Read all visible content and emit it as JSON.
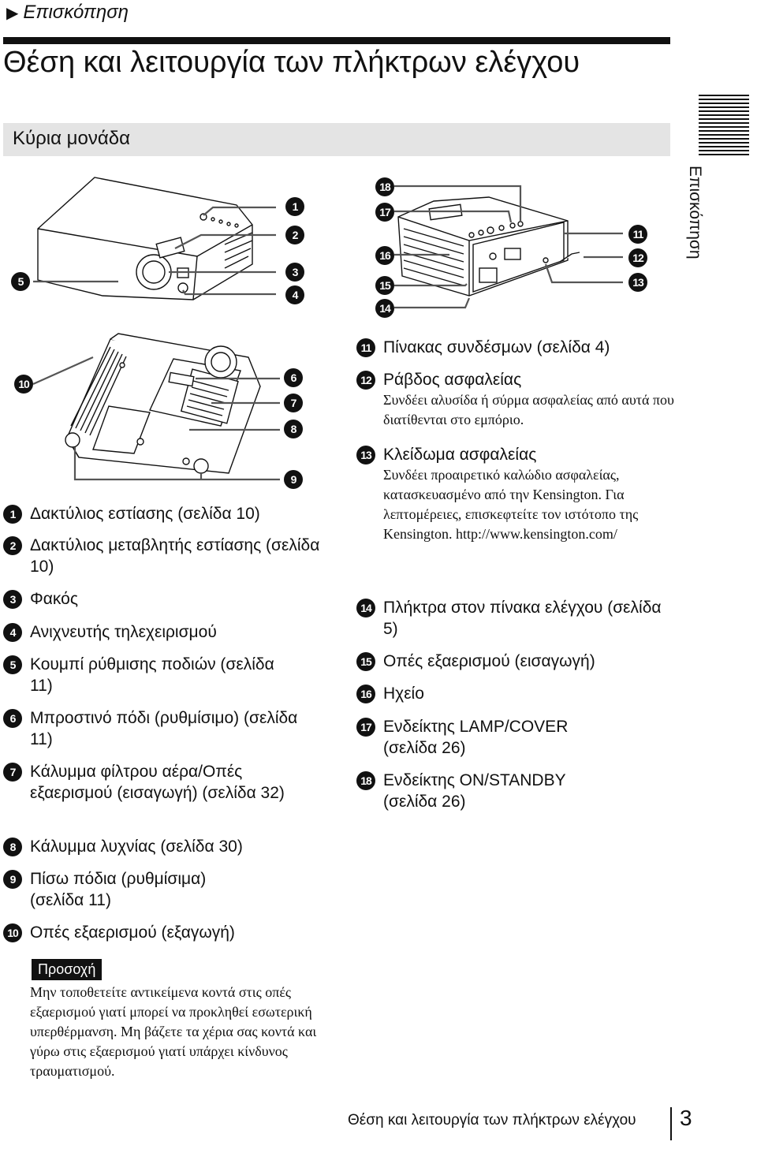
{
  "header": {
    "breadcrumb": "Επισκόπηση",
    "title": "Θέση και λειτουργία των πλήκτρων ελέγχου",
    "section": "Κύρια μονάδα",
    "side_tab": "Επισκόπηση"
  },
  "callout_numbers": [
    "1",
    "2",
    "3",
    "4",
    "5",
    "6",
    "7",
    "8",
    "9",
    "10",
    "11",
    "12",
    "13",
    "14",
    "15",
    "16",
    "17",
    "18"
  ],
  "items_left": [
    {
      "num": "1",
      "title": "Δακτύλιος εστίασης (σελίδα 10)"
    },
    {
      "num": "2",
      "title": "Δακτύλιος μεταβλητής εστίασης (σελίδα 10)"
    },
    {
      "num": "3",
      "title": "Φακός"
    },
    {
      "num": "4",
      "title": "Ανιχνευτής τηλεχειρισμού"
    },
    {
      "num": "5",
      "title": "Κουμπί ρύθμισης ποδιών (σελίδα 11)"
    },
    {
      "num": "6",
      "title": "Μπροστινό πόδι (ρυθμίσιμο) (σελίδα 11)"
    },
    {
      "num": "7",
      "title": "Κάλυμμα φίλτρου αέρα/Οπές εξαερισμού (εισαγωγή) (σελίδα 32)"
    },
    {
      "num": "8",
      "title": "Κάλυμμα λυχνίας (σελίδα 30)"
    },
    {
      "num": "9",
      "title": "Πίσω πόδια (ρυθμίσιμα) (σελίδα 11)"
    },
    {
      "num": "10",
      "title": "Οπές εξαερισμού (εξαγωγή)"
    }
  ],
  "items_right": [
    {
      "num": "11",
      "title": "Πίνακας συνδέσμων (σελίδα 4)",
      "desc": ""
    },
    {
      "num": "12",
      "title": "Ράβδος ασφαλείας",
      "desc": "Συνδέει αλυσίδα ή σύρμα ασφαλείας από αυτά που διατίθενται στο εμπόριο."
    },
    {
      "num": "13",
      "title": "Κλείδωμα ασφαλείας",
      "desc": "Συνδέει προαιρετικό καλώδιο ασφαλείας, κατασκευασμένο από την Kensington. Για λεπτομέρειες, επισκεφτείτε τον ιστότοπο της Kensington. http://www.kensington.com/"
    },
    {
      "num": "14",
      "title": "Πλήκτρα στον πίνακα ελέγχου (σελίδα 5)",
      "desc": ""
    },
    {
      "num": "15",
      "title": "Οπές εξαερισμού (εισαγωγή)",
      "desc": ""
    },
    {
      "num": "16",
      "title": "Ηχείο",
      "desc": ""
    },
    {
      "num": "17",
      "title": "Ενδείκτης LAMP/COVER (σελίδα 26)",
      "desc": ""
    },
    {
      "num": "18",
      "title": "Ενδείκτης ON/STANDBY (σελίδα 26)",
      "desc": ""
    }
  ],
  "caution": {
    "label": "Προσοχή",
    "text": "Μην τοποθετείτε αντικείμενα κοντά στις οπές εξαερισμού γιατί μπορεί να προκληθεί εσωτερική υπερθέρμανση. Μη βάζετε τα χέρια σας κοντά και γύρω στις εξαερισμού γιατί υπάρχει κίνδυνος τραυματισμού."
  },
  "footer": {
    "text": "Θέση και λειτουργία των πλήκτρων ελέγχου",
    "page": "3"
  }
}
